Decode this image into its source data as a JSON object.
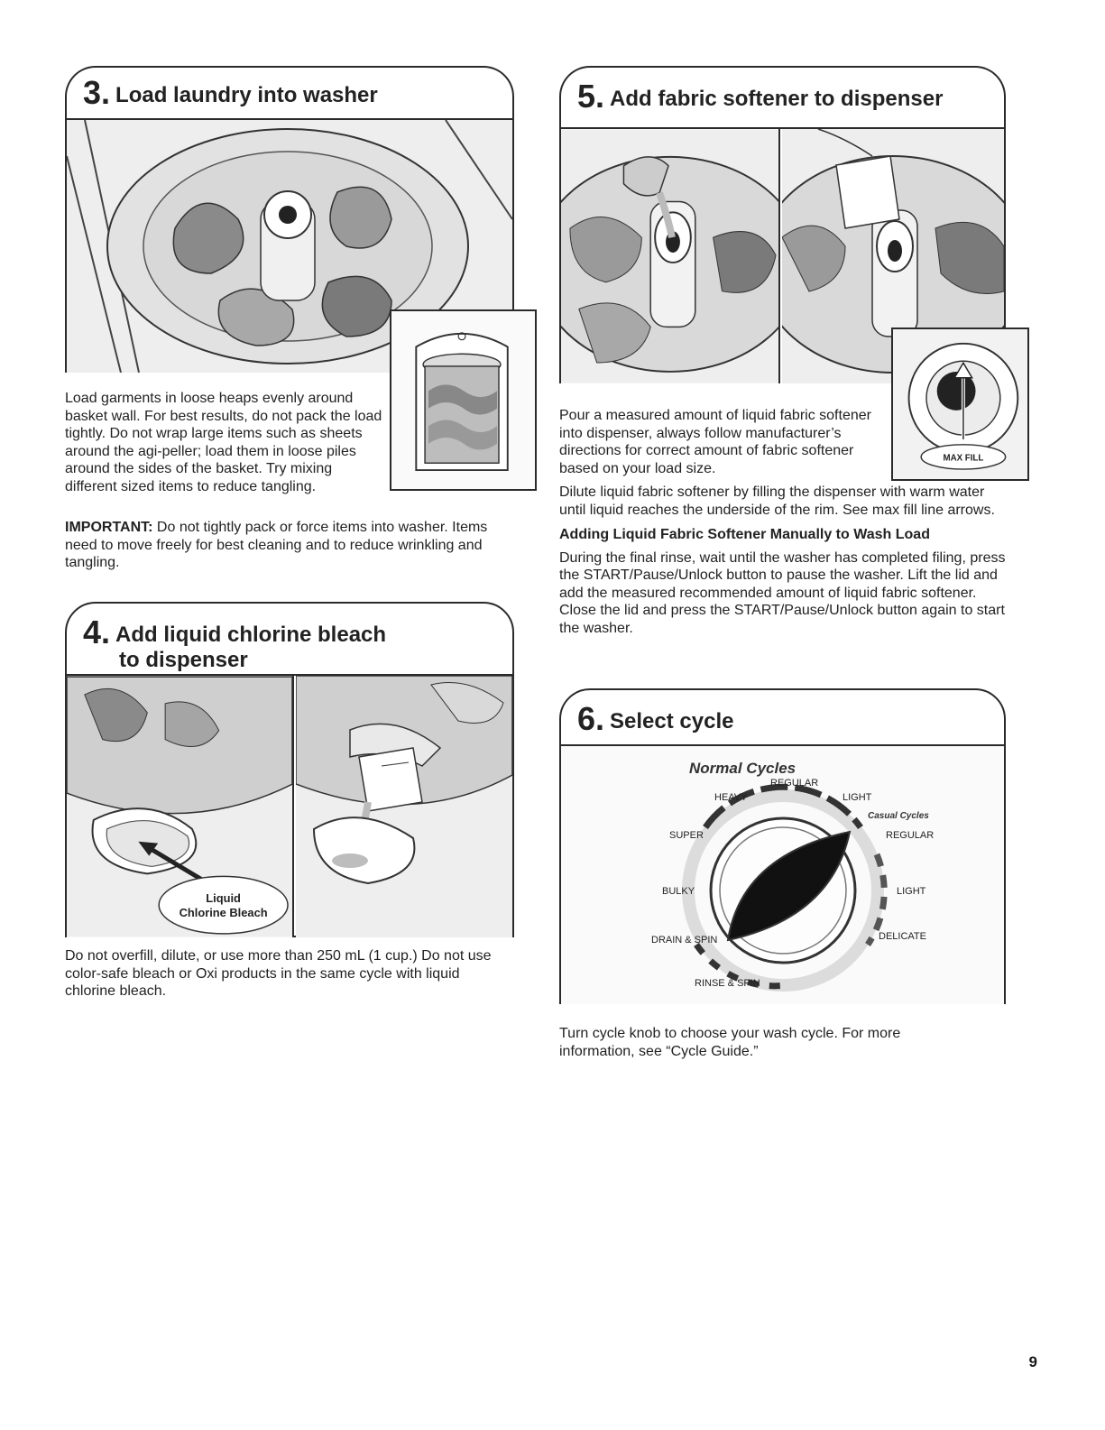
{
  "step3": {
    "number": "3.",
    "title": "Load laundry into washer",
    "body": "Load garments in loose heaps evenly around basket wall. For best results, do not pack the load tightly. Do not wrap large items such as sheets around the agi-peller; load them in loose piles around the sides of the basket. Try mixing different sized items to reduce tangling.",
    "important_label": "IMPORTANT:",
    "important_text": " Do not tightly pack or force items into washer. Items need to move freely for best cleaning and to reduce wrinkling and tangling."
  },
  "step4": {
    "number": "4.",
    "title_line1": "Add liquid chlorine bleach",
    "title_line2": "to dispenser",
    "callout_line1": "Liquid",
    "callout_line2": "Chlorine Bleach",
    "body": "Do not overfill, dilute, or use more than 250 mL (1 cup.) Do not use color-safe bleach or Oxi products in the same cycle with liquid chlorine bleach."
  },
  "step5": {
    "number": "5.",
    "title": "Add fabric softener to dispenser",
    "maxfill_label": "MAX FILL",
    "body1": "Pour a measured amount of liquid fabric softener into dispenser, always follow manufacturer’s directions for correct amount of fabric softener based on your load size.",
    "body2": "Dilute liquid fabric softener by filling the dispenser with warm water until liquid reaches the underside of the rim. See max fill line arrows.",
    "subheading": "Adding Liquid Fabric Softener Manually to Wash Load",
    "body3": "During the final rinse, wait until the washer has completed filing, press the START/Pause/Unlock button to pause the washer. Lift the lid and add the measured recommended amount of liquid fabric softener. Close the lid and press the START/Pause/Unlock button again to start the washer."
  },
  "step6": {
    "number": "6.",
    "title": "Select cycle",
    "normal_cycles_label": "Normal Cycles",
    "casual_cycles_label": "Casual Cycles",
    "dial": {
      "regular_normal": "REGULAR",
      "heavy": "HEAVY",
      "light_normal": "LIGHT",
      "super": "SUPER",
      "regular_casual": "REGULAR",
      "bulky": "BULKY",
      "light_casual": "LIGHT",
      "drain_spin": "DRAIN & SPIN",
      "delicate": "DELICATE",
      "rinse_spin": "RINSE & SPIN"
    },
    "body": "Turn cycle knob to choose your wash cycle. For more information, see “Cycle Guide.”"
  },
  "page_number": "9"
}
